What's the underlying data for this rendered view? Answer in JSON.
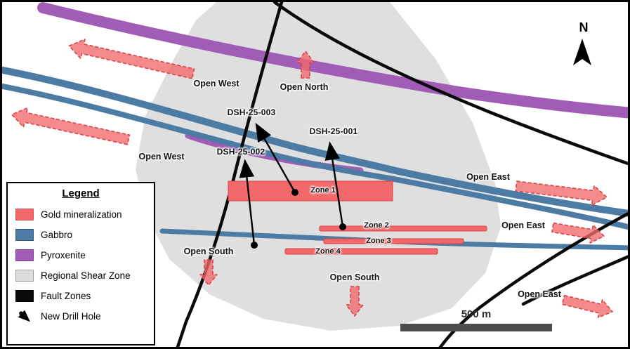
{
  "annotations": {
    "open_west_1": "Open West",
    "open_west_2": "Open West",
    "open_north": "Open North",
    "open_east_1": "Open East",
    "open_east_2": "Open East",
    "open_east_3": "Open East",
    "open_south_1": "Open South",
    "open_south_2": "Open South"
  },
  "drill_holes": [
    {
      "id": "DSH-25-003"
    },
    {
      "id": "DSH-25-001"
    },
    {
      "id": "DSH-25-002"
    }
  ],
  "zones": [
    {
      "label": "Zone 1"
    },
    {
      "label": "Zone 2"
    },
    {
      "label": "Zone 3"
    },
    {
      "label": "Zone 4"
    }
  ],
  "compass": {
    "label": "N"
  },
  "scale_bar": {
    "label": "500 m"
  },
  "legend": {
    "title": "Legend",
    "items": [
      {
        "label": "Gold mineralization"
      },
      {
        "label": "Gabbro"
      },
      {
        "label": "Pyroxenite"
      },
      {
        "label": "Regional Shear Zone"
      },
      {
        "label": "Fault Zones"
      },
      {
        "label": "New Drill Hole"
      }
    ]
  },
  "colors": {
    "gold_mineralization": "#F2696B",
    "gabbro": "#4C7BA4",
    "pyroxenite": "#A15CB5",
    "regional_shear_zone": "#DDDDDD",
    "fault_zones": "#0A0A0A",
    "open_arrow_fill": "#F2696B",
    "open_arrow_border": "#D94345"
  }
}
